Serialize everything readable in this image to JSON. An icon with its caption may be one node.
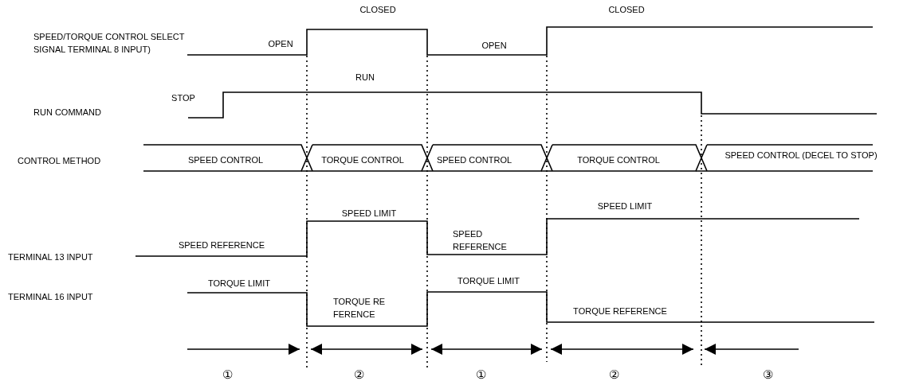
{
  "diagram": {
    "labels": [
      "CLOSED",
      "CLOSED",
      "SPEED/TORQUE CONTROL SELECT SIGNAL TERMINAL 8 INPUT)",
      "OPEN",
      "OPEN",
      "RUN",
      "STOP",
      "RUN COMMAND",
      "CONTROL METHOD",
      "SPEED CONTROL",
      "TORQUE CONTROL",
      "SPEED CONTROL",
      "TORQUE CONTROL",
      "SPEED CONTROL (DECEL TO STOP)",
      "SPEED LIMIT",
      "SPEED LIMIT",
      "SPEED REFERENCE",
      "SPEED REFERENCE",
      "TERMINAL 13 INPUT",
      "TORQUE LIMIT",
      "TORQUE LIMIT",
      "TERMINAL 16 INPUT",
      "TORQUE RE FERENCE",
      "TORQUE REFERENCE",
      "①",
      "②",
      "①",
      "②",
      "③"
    ]
  }
}
